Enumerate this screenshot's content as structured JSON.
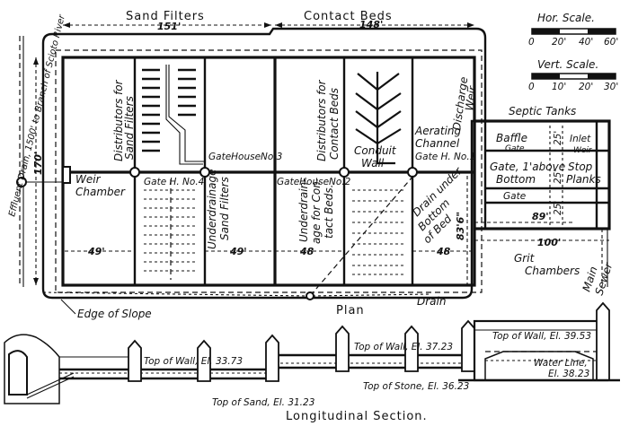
{
  "headers": {
    "sand_filters": "Sand      Filters",
    "contact_beds": "Contact      Beds"
  },
  "dimensions": {
    "top_sand": "151'",
    "top_contact": "148'",
    "left_170": "170'",
    "bottom_49_left": "49'",
    "bottom_49_mid": "49'",
    "bottom_48_mid": "48",
    "bottom_48_right": "48",
    "right_83": "83'6\"",
    "septic_25_a": "25'",
    "septic_25_b": "25'",
    "septic_25_c": "25'",
    "septic_89": "89'",
    "septic_100": "100'"
  },
  "scales": {
    "hor_title": "Hor. Scale.",
    "hor_ticks": [
      "0",
      "20'",
      "40'",
      "60'"
    ],
    "vert_title": "Vert. Scale.",
    "vert_ticks": [
      "0",
      "10'",
      "20'",
      "30'"
    ]
  },
  "labels": {
    "effluent_drain": "Effluent Drain, 1500' to Branch of Scioto River",
    "weir_chamber_1": "Weir",
    "weir_chamber_2": "Chamber",
    "distributors_sand_1": "Distributors for",
    "distributors_sand_2": "Sand Filters",
    "gate_house_3": "GateHouseNo.3",
    "gate_h_4": "Gate H. No.4",
    "underdrainage_sand_1": "Underdrainage",
    "underdrainage_sand_2": "Sand Filters",
    "distributors_contact_1": "Distributors for",
    "distributors_contact_2": "Contact Beds",
    "gate_house_2": "GateHouseNo.2",
    "underdrainage_contact_1": "Underdrain-",
    "underdrainage_contact_2": "age for Con-",
    "underdrainage_contact_3": "tact Beds.",
    "conduit_wall_1": "Conduit",
    "conduit_wall_2": "Wall",
    "aerating_1": "Aerating",
    "aerating_2": "Channel",
    "aerating_3": "Gate H. No.1",
    "discharge_weir_1": "Discharge",
    "discharge_weir_2": "Weir",
    "drain_under_1": "Drain under",
    "drain_under_2": "Bottom",
    "drain_under_3": "of Bed",
    "septic_tanks": "Septic Tanks",
    "baffle": "Baffle",
    "baffle_gate": "Gate",
    "inlet_weir_1": "Inlet",
    "inlet_weir_2": "Weir",
    "gate_above_1": "Gate, 1'above",
    "gate_above_2": "Bottom",
    "stop_planks_1": "Stop",
    "stop_planks_2": "Planks",
    "gate_lower": "Gate",
    "grit_1": "Grit",
    "grit_2": "Chambers",
    "main_sewer_1": "Main",
    "main_sewer_2": "Sewer",
    "edge_of_slope": "Edge of Slope",
    "drain": "Drain",
    "plan": "Plan",
    "section_top_wall_1": "Top of Wall,  El. 33.73",
    "section_top_wall_2": "Top of Wall,   El. 37.23",
    "section_top_wall_3": "Top of Wall, El. 39.53",
    "section_water_line_1": "Water Line,",
    "section_water_line_2": "El. 38.23",
    "section_top_stone": "Top of Stone, El. 36.23",
    "section_top_sand": "Top of Sand, El. 31.23",
    "longitudinal": "Longitudinal Section."
  }
}
